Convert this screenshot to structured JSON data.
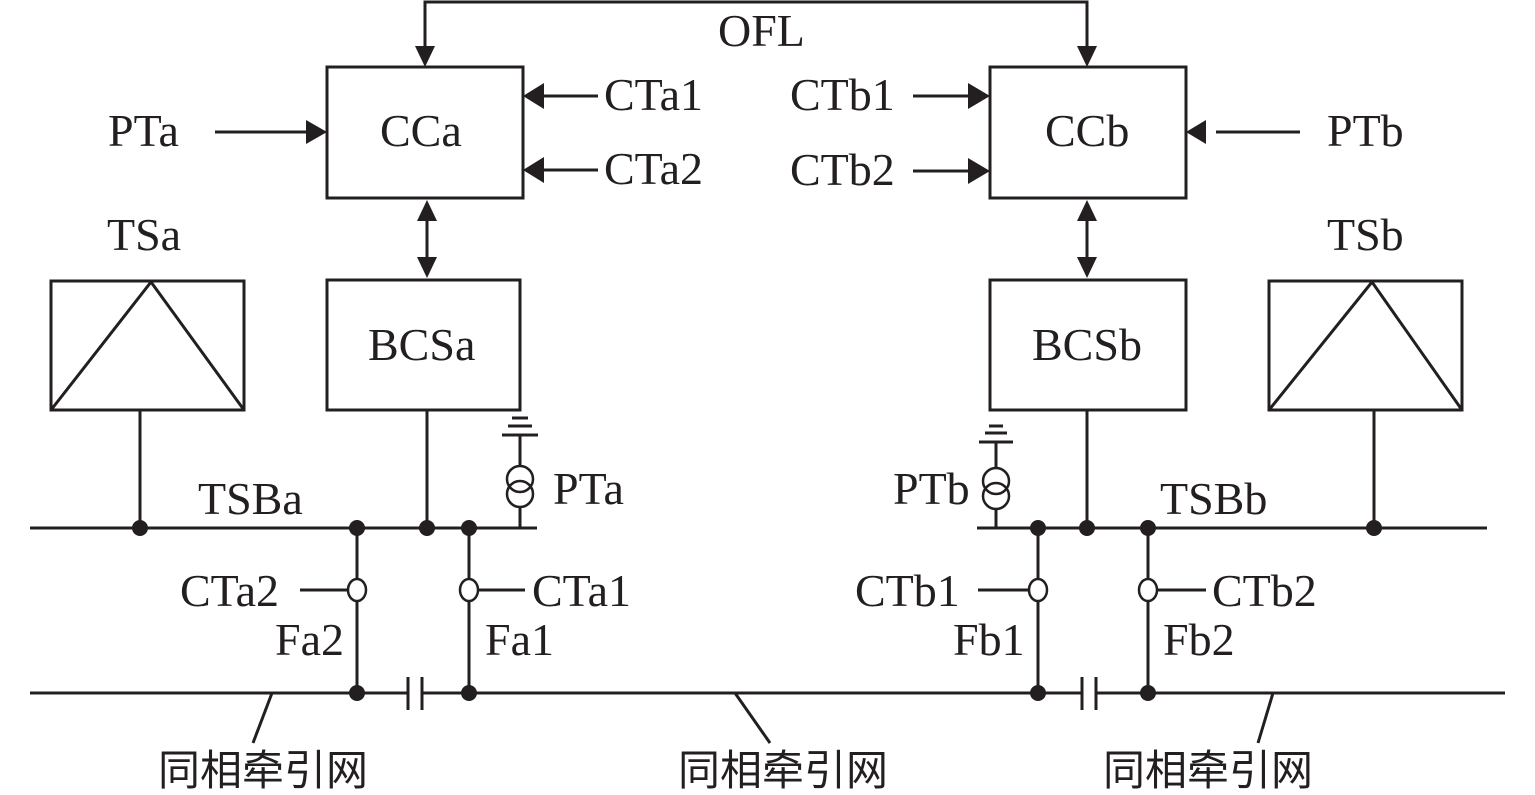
{
  "diagram": {
    "type": "circuit-schematic",
    "colors": {
      "ink": "#231f20",
      "background": "#ffffff"
    },
    "labels": {
      "ofl": "OFL",
      "cca": "CCa",
      "ccb": "CCb",
      "bcsa": "BCSa",
      "bcsb": "BCSb",
      "tsa": "TSa",
      "tsb": "TSb",
      "tsba": "TSBa",
      "tsbb": "TSBb",
      "pta_in": "PTa",
      "ptb_in": "PTb",
      "pta_dev": "PTa",
      "ptb_dev": "PTb",
      "cta1_in": "CTa1",
      "cta2_in": "CTa2",
      "ctb1_in": "CTb1",
      "ctb2_in": "CTb2",
      "cta1_dev": "CTa1",
      "cta2_dev": "CTa2",
      "ctb1_dev": "CTb1",
      "ctb2_dev": "CTb2",
      "fa1": "Fa1",
      "fa2": "Fa2",
      "fb1": "Fb1",
      "fb2": "Fb2",
      "net_left": "同相牵引网",
      "net_mid": "同相牵引网",
      "net_right": "同相牵引网"
    },
    "connections": [
      {
        "from": "OFL",
        "to": "CCa"
      },
      {
        "from": "OFL",
        "to": "CCb"
      },
      {
        "from": "PTa",
        "to": "CCa"
      },
      {
        "from": "CTa1",
        "to": "CCa"
      },
      {
        "from": "CTa2",
        "to": "CCa"
      },
      {
        "from": "CTb1",
        "to": "CCb"
      },
      {
        "from": "CTb2",
        "to": "CCb"
      },
      {
        "from": "PTb",
        "to": "CCb"
      },
      {
        "from": "CCa",
        "to": "BCSa",
        "bidirectional": true
      },
      {
        "from": "CCb",
        "to": "BCSb",
        "bidirectional": true
      },
      {
        "from": "TSa",
        "to": "TSBa"
      },
      {
        "from": "BCSa",
        "to": "TSBa"
      },
      {
        "from": "TSb",
        "to": "TSBb"
      },
      {
        "from": "BCSb",
        "to": "TSBb"
      }
    ]
  }
}
